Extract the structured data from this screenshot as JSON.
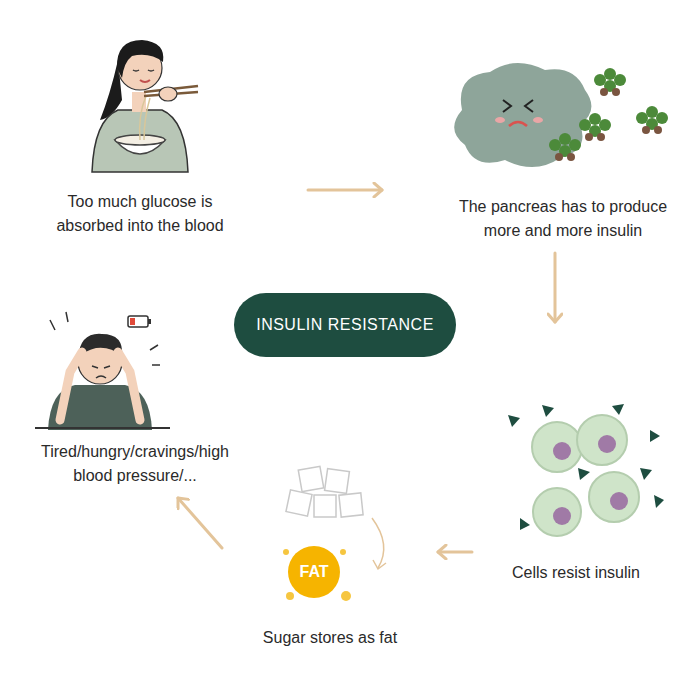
{
  "diagram": {
    "nodes": [
      {
        "text": [
          "Too much glucose is absorbed into the blood"
        ]
      },
      {
        "text": [
          "The pancreas has to produce more and more insulin"
        ]
      },
      {
        "text": [
          "INSULIN RESISTANCE"
        ]
      },
      {
        "text": [
          "Tired/hungry/cravings/high blood pressure/..."
        ]
      },
      {
        "text": [
          "Cells resist insulin"
        ]
      },
      {
        "text": [
          "Sugar stores as fat"
        ]
      }
    ],
    "edges": [
      {
        "from": 0,
        "to": 1,
        "arrow": "to"
      },
      {
        "from": 1,
        "to": 4,
        "arrow": "to"
      },
      {
        "from": 4,
        "to": 5,
        "arrow": "to"
      },
      {
        "from": 5,
        "to": 3,
        "arrow": "to"
      }
    ],
    "labels": [
      "FAT"
    ]
  }
}
